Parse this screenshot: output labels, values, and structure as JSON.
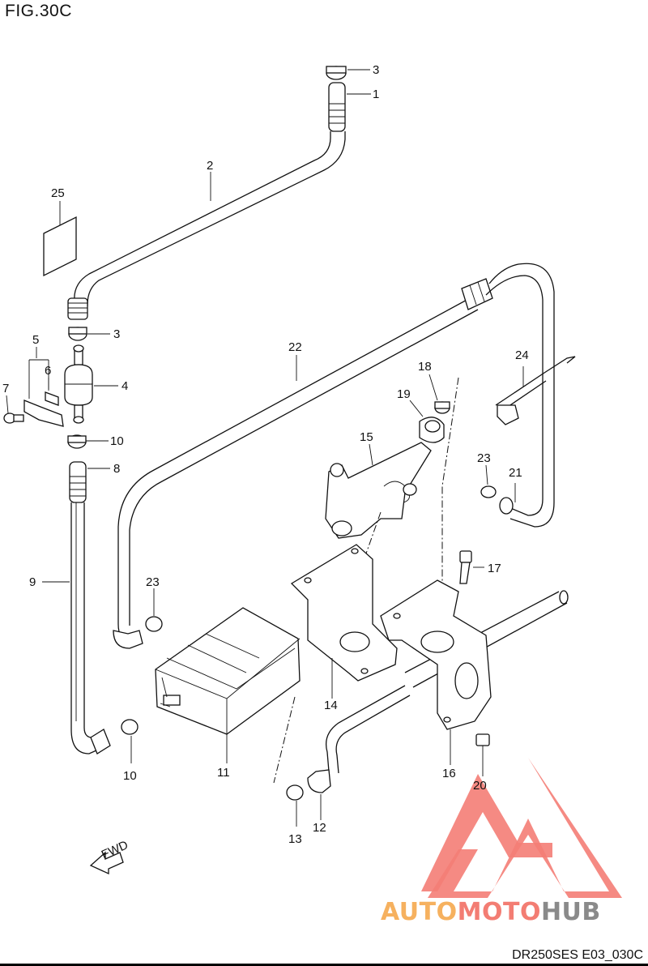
{
  "figure": {
    "title": "FIG.30C",
    "code": "DR250SES E03_030C"
  },
  "callouts": [
    {
      "id": "c1",
      "num": "1"
    },
    {
      "id": "c2",
      "num": "2"
    },
    {
      "id": "c3a",
      "num": "3"
    },
    {
      "id": "c3b",
      "num": "3"
    },
    {
      "id": "c4",
      "num": "4"
    },
    {
      "id": "c5",
      "num": "5"
    },
    {
      "id": "c6",
      "num": "6"
    },
    {
      "id": "c7",
      "num": "7"
    },
    {
      "id": "c8",
      "num": "8"
    },
    {
      "id": "c9",
      "num": "9"
    },
    {
      "id": "c10a",
      "num": "10"
    },
    {
      "id": "c10b",
      "num": "10"
    },
    {
      "id": "c11",
      "num": "11"
    },
    {
      "id": "c12",
      "num": "12"
    },
    {
      "id": "c13",
      "num": "13"
    },
    {
      "id": "c14",
      "num": "14"
    },
    {
      "id": "c15",
      "num": "15"
    },
    {
      "id": "c16",
      "num": "16"
    },
    {
      "id": "c17",
      "num": "17"
    },
    {
      "id": "c18",
      "num": "18"
    },
    {
      "id": "c19",
      "num": "19"
    },
    {
      "id": "c20",
      "num": "20"
    },
    {
      "id": "c21",
      "num": "21"
    },
    {
      "id": "c22",
      "num": "22"
    },
    {
      "id": "c23a",
      "num": "23"
    },
    {
      "id": "c23b",
      "num": "23"
    },
    {
      "id": "c24",
      "num": "24"
    },
    {
      "id": "c25",
      "num": "25"
    }
  ],
  "fwd_label": "FWD",
  "watermark": {
    "part1": "AUTO",
    "part2": "MOTO",
    "part3": "HUB",
    "colors": {
      "auto": "#f6b15f",
      "moto": "#f37d73",
      "hub": "#8a8a8a",
      "triangle": "#f47d76"
    }
  }
}
